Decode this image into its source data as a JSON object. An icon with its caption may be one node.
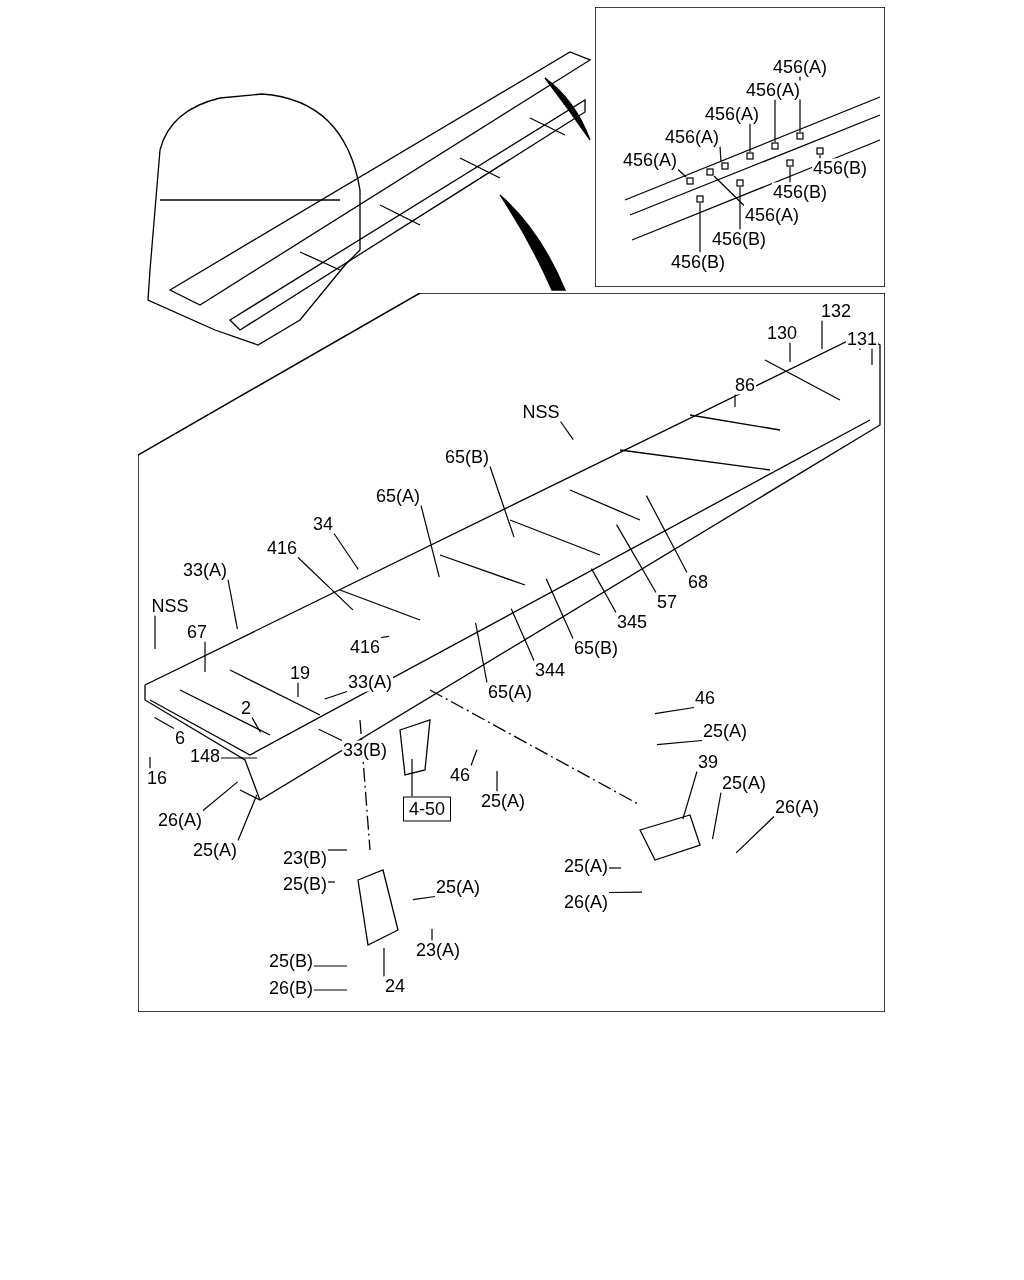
{
  "diagram": {
    "nodes": [
      {
        "text": [],
        "shape": "box"
      },
      {
        "text": [
          "456(A)"
        ],
        "in": 0
      },
      {
        "text": [
          "456(A)"
        ],
        "in": 0
      },
      {
        "text": [
          "456(A)"
        ],
        "in": 0
      },
      {
        "text": [
          "456(A)"
        ],
        "in": 0
      },
      {
        "text": [
          "456(A)"
        ],
        "in": 0
      },
      {
        "text": [
          "456(B)"
        ],
        "in": 0
      },
      {
        "text": [
          "456(B)"
        ],
        "in": 0
      },
      {
        "text": [
          "456(A)"
        ],
        "in": 0
      },
      {
        "text": [
          "456(B)"
        ],
        "in": 0
      },
      {
        "text": [
          "456(B)"
        ],
        "in": 0
      },
      {
        "text": [],
        "shape": "box"
      },
      {
        "text": [
          "132"
        ],
        "in": 11
      },
      {
        "text": [
          "130"
        ],
        "in": 11
      },
      {
        "text": [
          "131"
        ],
        "in": 11
      },
      {
        "text": [
          "86"
        ],
        "in": 11
      },
      {
        "text": [
          "NSS"
        ],
        "in": 11
      },
      {
        "text": [
          "65(B)"
        ],
        "in": 11
      },
      {
        "text": [
          "65(A)"
        ],
        "in": 11
      },
      {
        "text": [
          "34"
        ],
        "in": 11
      },
      {
        "text": [
          "416"
        ],
        "in": 11
      },
      {
        "text": [
          "33(A)"
        ],
        "in": 11
      },
      {
        "text": [
          "NSS"
        ],
        "in": 11
      },
      {
        "text": [
          "67"
        ],
        "in": 11
      },
      {
        "text": [
          "416"
        ],
        "in": 11
      },
      {
        "text": [
          "19"
        ],
        "in": 11
      },
      {
        "text": [
          "33(A)"
        ],
        "in": 11
      },
      {
        "text": [
          "2"
        ],
        "in": 11
      },
      {
        "text": [
          "6"
        ],
        "in": 11
      },
      {
        "text": [
          "16"
        ],
        "in": 11
      },
      {
        "text": [
          "148"
        ],
        "in": 11
      },
      {
        "text": [
          "33(B)"
        ],
        "in": 11
      },
      {
        "text": [
          "68"
        ],
        "in": 11
      },
      {
        "text": [
          "57"
        ],
        "in": 11
      },
      {
        "text": [
          "345"
        ],
        "in": 11
      },
      {
        "text": [
          "65(B)"
        ],
        "in": 11
      },
      {
        "text": [
          "344"
        ],
        "in": 11
      },
      {
        "text": [
          "65(A)"
        ],
        "in": 11
      },
      {
        "text": [
          "46"
        ],
        "in": 11
      },
      {
        "text": [
          "25(A)"
        ],
        "in": 11
      },
      {
        "text": [
          "39"
        ],
        "in": 11
      },
      {
        "text": [
          "25(A)"
        ],
        "in": 11
      },
      {
        "text": [
          "26(A)"
        ],
        "in": 11
      },
      {
        "text": [
          "46"
        ],
        "in": 11
      },
      {
        "text": [
          "25(A)"
        ],
        "in": 11
      },
      {
        "text": [
          "4-50"
        ],
        "in": 11
      },
      {
        "text": [
          "26(A)"
        ],
        "in": 11
      },
      {
        "text": [
          "25(A)"
        ],
        "in": 11
      },
      {
        "text": [
          "23(B)"
        ],
        "in": 11
      },
      {
        "text": [
          "25(B)"
        ],
        "in": 11
      },
      {
        "text": [
          "25(A)"
        ],
        "in": 11
      },
      {
        "text": [
          "23(A)"
        ],
        "in": 11
      },
      {
        "text": [
          "25(B)"
        ],
        "in": 11
      },
      {
        "text": [
          "26(B)"
        ],
        "in": 11
      },
      {
        "text": [
          "24"
        ],
        "in": 11
      },
      {
        "text": [
          "25(A)"
        ],
        "in": 11
      },
      {
        "text": [
          "26(A)"
        ],
        "in": 11
      },
      {
        "text": [],
        "shape": "box",
        "in": 0
      },
      {
        "text": [],
        "shape": "box",
        "in": 0
      },
      {
        "text": [],
        "shape": "box",
        "in": 0
      },
      {
        "text": [],
        "shape": "box",
        "in": 0
      },
      {
        "text": [],
        "shape": "box",
        "in": 0
      },
      {
        "text": [],
        "shape": "box",
        "in": 0
      },
      {
        "text": [],
        "shape": "box",
        "in": 0
      },
      {
        "text": [],
        "shape": "box",
        "in": 0
      },
      {
        "text": [],
        "shape": "box",
        "in": 0
      },
      {
        "text": [],
        "shape": "box",
        "in": 0
      },
      {
        "text": [],
        "shape": "picture",
        "in": 11
      }
    ],
    "edges": [
      {
        "from": 1,
        "to": 57,
        "arrow": "none"
      },
      {
        "from": 2,
        "to": 58,
        "arrow": "none"
      },
      {
        "from": 3,
        "to": 59,
        "arrow": "none"
      },
      {
        "from": 4,
        "to": 60,
        "arrow": "none"
      },
      {
        "from": 5,
        "to": 61,
        "arrow": "none"
      },
      {
        "from": 6,
        "to": 62,
        "arrow": "none"
      },
      {
        "from": 7,
        "to": 63,
        "arrow": "none"
      },
      {
        "from": 8,
        "to": 64,
        "arrow": "none"
      },
      {
        "from": 9,
        "to": 65,
        "arrow": "none"
      },
      {
        "from": 10,
        "to": 66,
        "arrow": "none"
      },
      {
        "from": 12,
        "to": null,
        "arrow": "none"
      },
      {
        "from": 13,
        "to": null,
        "arrow": "none"
      },
      {
        "from": 14,
        "to": null,
        "arrow": "none"
      },
      {
        "from": 15,
        "to": null,
        "arrow": "none"
      },
      {
        "from": 16,
        "to": null,
        "arrow": "none"
      },
      {
        "from": 17,
        "to": null,
        "arrow": "none"
      },
      {
        "from": 18,
        "to": null,
        "arrow": "none"
      },
      {
        "from": 19,
        "to": null,
        "arrow": "none"
      },
      {
        "from": 20,
        "to": null,
        "arrow": "none"
      },
      {
        "from": 21,
        "to": null,
        "arrow": "none"
      },
      {
        "from": 22,
        "to": null,
        "arrow": "none"
      },
      {
        "from": 23,
        "to": null,
        "arrow": "none"
      },
      {
        "from": 24,
        "to": null,
        "arrow": "none"
      },
      {
        "from": 25,
        "to": null,
        "arrow": "none"
      },
      {
        "from": 26,
        "to": null,
        "arrow": "none"
      },
      {
        "from": 27,
        "to": null,
        "arrow": "none"
      },
      {
        "from": 28,
        "to": null,
        "arrow": "none"
      },
      {
        "from": 29,
        "to": null,
        "arrow": "none"
      },
      {
        "from": 30,
        "to": null,
        "arrow": "none"
      },
      {
        "from": 31,
        "to": null,
        "arrow": "none"
      },
      {
        "from": 32,
        "to": null,
        "arrow": "none"
      },
      {
        "from": 33,
        "to": null,
        "arrow": "none"
      },
      {
        "from": 34,
        "to": null,
        "arrow": "none"
      },
      {
        "from": 35,
        "to": null,
        "arrow": "none"
      },
      {
        "from": 36,
        "to": null,
        "arrow": "none"
      },
      {
        "from": 37,
        "to": null,
        "arrow": "none"
      },
      {
        "from": 38,
        "to": null,
        "arrow": "none"
      },
      {
        "from": 39,
        "to": null,
        "arrow": "none"
      },
      {
        "from": 40,
        "to": null,
        "arrow": "none"
      },
      {
        "from": 41,
        "to": null,
        "arrow": "none"
      },
      {
        "from": 42,
        "to": null,
        "arrow": "none"
      },
      {
        "from": 43,
        "to": null,
        "arrow": "none"
      },
      {
        "from": 44,
        "to": null,
        "arrow": "none"
      },
      {
        "from": 45,
        "to": null,
        "arrow": "none"
      },
      {
        "from": 46,
        "to": null,
        "arrow": "none"
      },
      {
        "from": 47,
        "to": null,
        "arrow": "none"
      },
      {
        "from": 48,
        "to": null,
        "arrow": "none"
      },
      {
        "from": 49,
        "to": null,
        "arrow": "none"
      },
      {
        "from": 50,
        "to": null,
        "arrow": "none"
      },
      {
        "from": 51,
        "to": null,
        "arrow": "none"
      },
      {
        "from": 52,
        "to": null,
        "arrow": "none"
      },
      {
        "from": 53,
        "to": null,
        "arrow": "none"
      },
      {
        "from": 54,
        "to": 67,
        "arrow": "none"
      },
      {
        "from": 55,
        "to": null,
        "arrow": "none"
      },
      {
        "from": 56,
        "to": null,
        "arrow": "none"
      }
    ]
  }
}
